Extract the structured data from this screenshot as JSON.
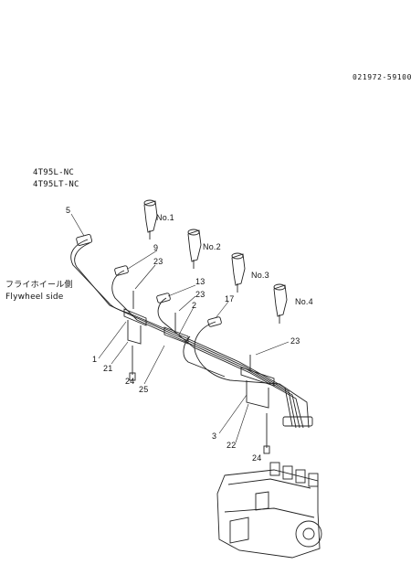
{
  "doc": {
    "code": "021972-59100",
    "models": [
      "4T95L-NC",
      "4T95LT-NC"
    ],
    "side_label_jp": "フライホイール側",
    "side_label_en": "Flywheel side"
  },
  "injectors": [
    "No.1",
    "No.2",
    "No.3",
    "No.4"
  ],
  "callouts": [
    "5",
    "9",
    "23",
    "13",
    "23",
    "2",
    "17",
    "1",
    "21",
    "24",
    "25",
    "23",
    "3",
    "22",
    "24"
  ]
}
